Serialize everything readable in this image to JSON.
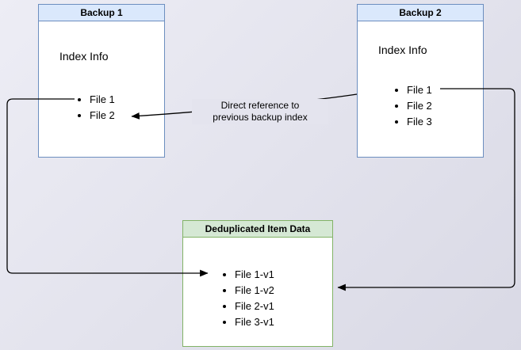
{
  "diagram": {
    "backup1": {
      "title": "Backup 1",
      "section_label": "Index Info",
      "files": [
        "File 1",
        "File 2"
      ]
    },
    "backup2": {
      "title": "Backup 2",
      "section_label": "Index Info",
      "files": [
        "File 1",
        "File 2",
        "File 3"
      ]
    },
    "dedup": {
      "title": "Deduplicated Item Data",
      "files": [
        "File 1-v1",
        "File 1-v2",
        "File 2-v1",
        "File 3-v1"
      ]
    },
    "reference_arrow": {
      "label_line1": "Direct reference to",
      "label_line2": "previous backup index"
    },
    "colors": {
      "backup_border": "#6c8ebf",
      "backup_header_fill": "#dae8fc",
      "dedup_border": "#82b366",
      "dedup_header_fill": "#d5e8d4",
      "arrow": "#000000",
      "canvas_background": "#e4e4ee"
    }
  }
}
